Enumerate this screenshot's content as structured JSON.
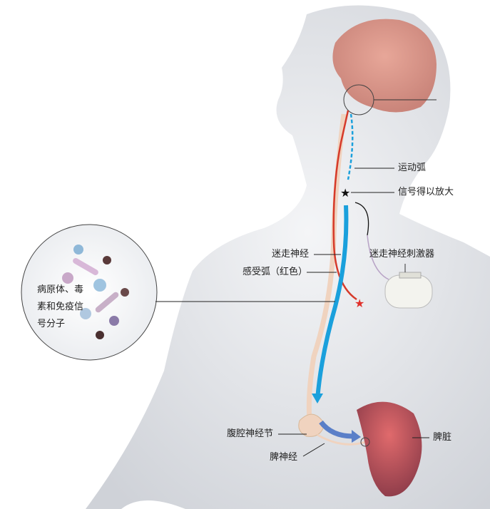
{
  "labels": {
    "motor_arc": "运动弧",
    "signal_amplified": "信号得以放大",
    "vagus_nerve": "迷走神经",
    "sensory_arc": "感受弧（红色）",
    "vagus_stimulator": "迷走神经刺激器",
    "pathogens_line1": "病原体、毒",
    "pathogens_line2": "素和免疫信",
    "pathogens_line3": "号分子",
    "celiac_ganglion": "腹腔神经节",
    "splenic_nerve": "脾神经",
    "spleen": "脾脏"
  },
  "colors": {
    "sensory_arc": "#d63a2a",
    "motor_arc": "#1aa0dc",
    "spleen": "#b8404a",
    "body": "#e4e6ea"
  }
}
